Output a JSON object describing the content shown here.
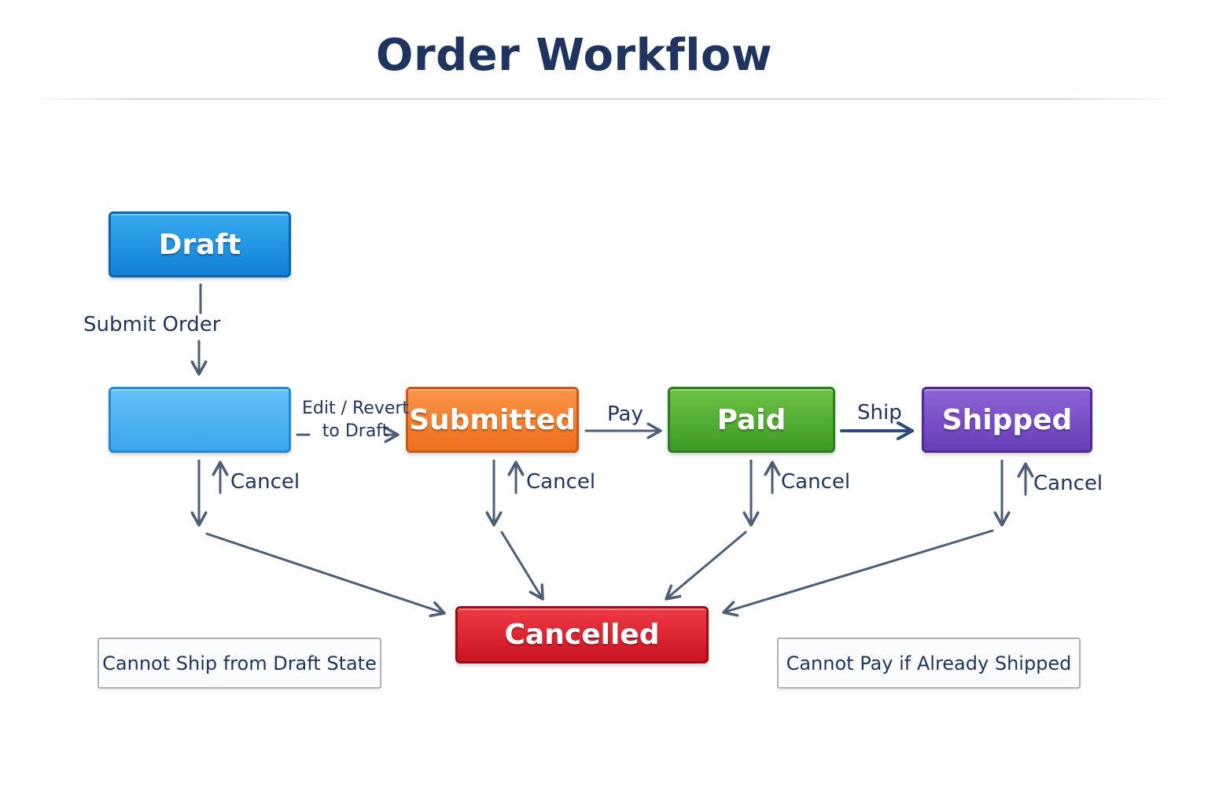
{
  "title": "Order Workflow",
  "states": {
    "draft": "Draft",
    "blank": "",
    "submitted": "Submitted",
    "paid": "Paid",
    "shipped": "Shipped",
    "cancelled": "Cancelled"
  },
  "transitions": {
    "submit_order": "Submit Order",
    "edit_revert_line1": "Edit / Revert",
    "edit_revert_line2": "to Draft",
    "pay": "Pay",
    "ship": "Ship",
    "cancel": "Cancel"
  },
  "notes": {
    "left": "Cannot Ship from Draft State",
    "right": "Cannot Pay if Already Shipped"
  },
  "colors": {
    "draft": "#1280d6",
    "blank": "#3aa6ec",
    "submitted": "#ee6f1c",
    "paid": "#3c9b25",
    "shipped": "#6a3db8",
    "cancelled": "#cc1424",
    "arrow": "#4d5e78",
    "text": "#1f3560"
  }
}
